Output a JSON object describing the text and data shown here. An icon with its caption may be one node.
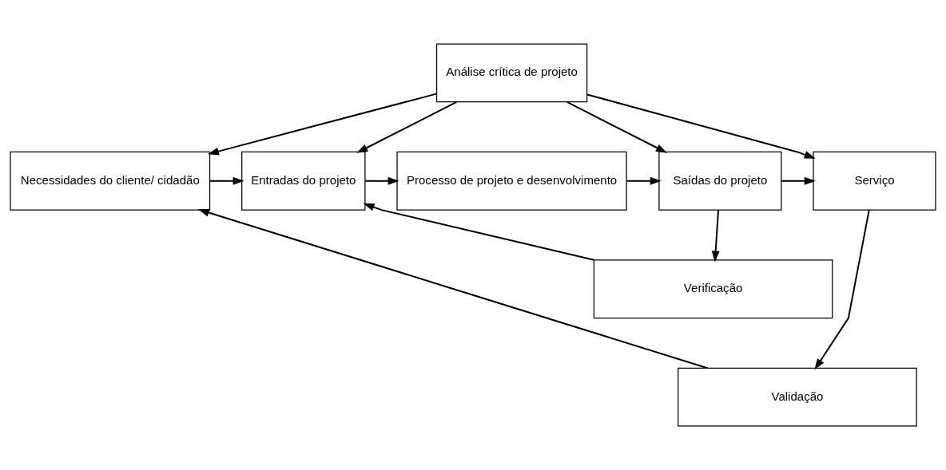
{
  "diagram": {
    "nodes": [
      {
        "text": [
          "Análise crítica de projeto"
        ]
      },
      {
        "text": [
          "Necessidades do cliente/ cidadão"
        ]
      },
      {
        "text": [
          "Entradas do projeto"
        ]
      },
      {
        "text": [
          "Processo de projeto e desenvolvimento"
        ]
      },
      {
        "text": [
          "Saídas do projeto"
        ]
      },
      {
        "text": [
          "Serviço"
        ]
      },
      {
        "text": [
          "Verificação"
        ]
      },
      {
        "text": [
          "Validação"
        ]
      }
    ],
    "edges": [
      {
        "from": 0,
        "to": 1,
        "arrow": "to"
      },
      {
        "from": 0,
        "to": 2,
        "arrow": "to"
      },
      {
        "from": 0,
        "to": 4,
        "arrow": "to"
      },
      {
        "from": 0,
        "to": 5,
        "arrow": "to"
      },
      {
        "from": 1,
        "to": 2,
        "arrow": "to"
      },
      {
        "from": 2,
        "to": 3,
        "arrow": "to"
      },
      {
        "from": 3,
        "to": 4,
        "arrow": "to"
      },
      {
        "from": 4,
        "to": 5,
        "arrow": "to"
      },
      {
        "from": 4,
        "to": 6,
        "arrow": "to"
      },
      {
        "from": 6,
        "to": 2,
        "arrow": "to"
      },
      {
        "from": 5,
        "to": 7,
        "arrow": "to"
      },
      {
        "from": 7,
        "to": 1,
        "arrow": "to"
      }
    ]
  }
}
